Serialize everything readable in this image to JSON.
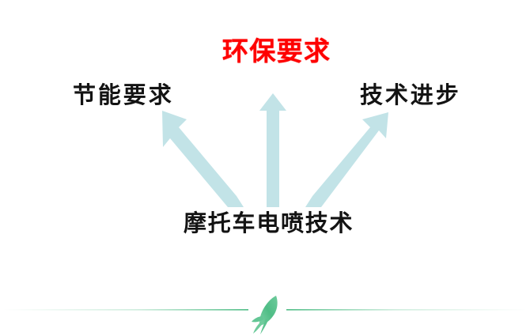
{
  "slide": {
    "background_color": "#ffffff",
    "title": {
      "text": "环保要求",
      "color": "#fe0000"
    },
    "branches": [
      {
        "id": "energy-saving",
        "text": "节能要求",
        "color": "#131313",
        "arrow": "arrow-up-left"
      },
      {
        "id": "environmental",
        "text": "环保要求",
        "color": "#fe0000",
        "arrow": "arrow-up"
      },
      {
        "id": "technology-progress",
        "text": "技术进步",
        "color": "#131313",
        "arrow": "arrow-up-right"
      }
    ],
    "source": {
      "id": "motorcycle-efi",
      "text": "摩托车电喷技术",
      "color": "#131313"
    },
    "arrows": {
      "fill_color": "#c2e3e7",
      "count": 3,
      "directions": [
        "up-left",
        "up",
        "up-right"
      ]
    },
    "footer": {
      "divider_color": "#5cc38f",
      "ornament": "leaf-sprout",
      "ornament_color": "#52be8b"
    }
  }
}
